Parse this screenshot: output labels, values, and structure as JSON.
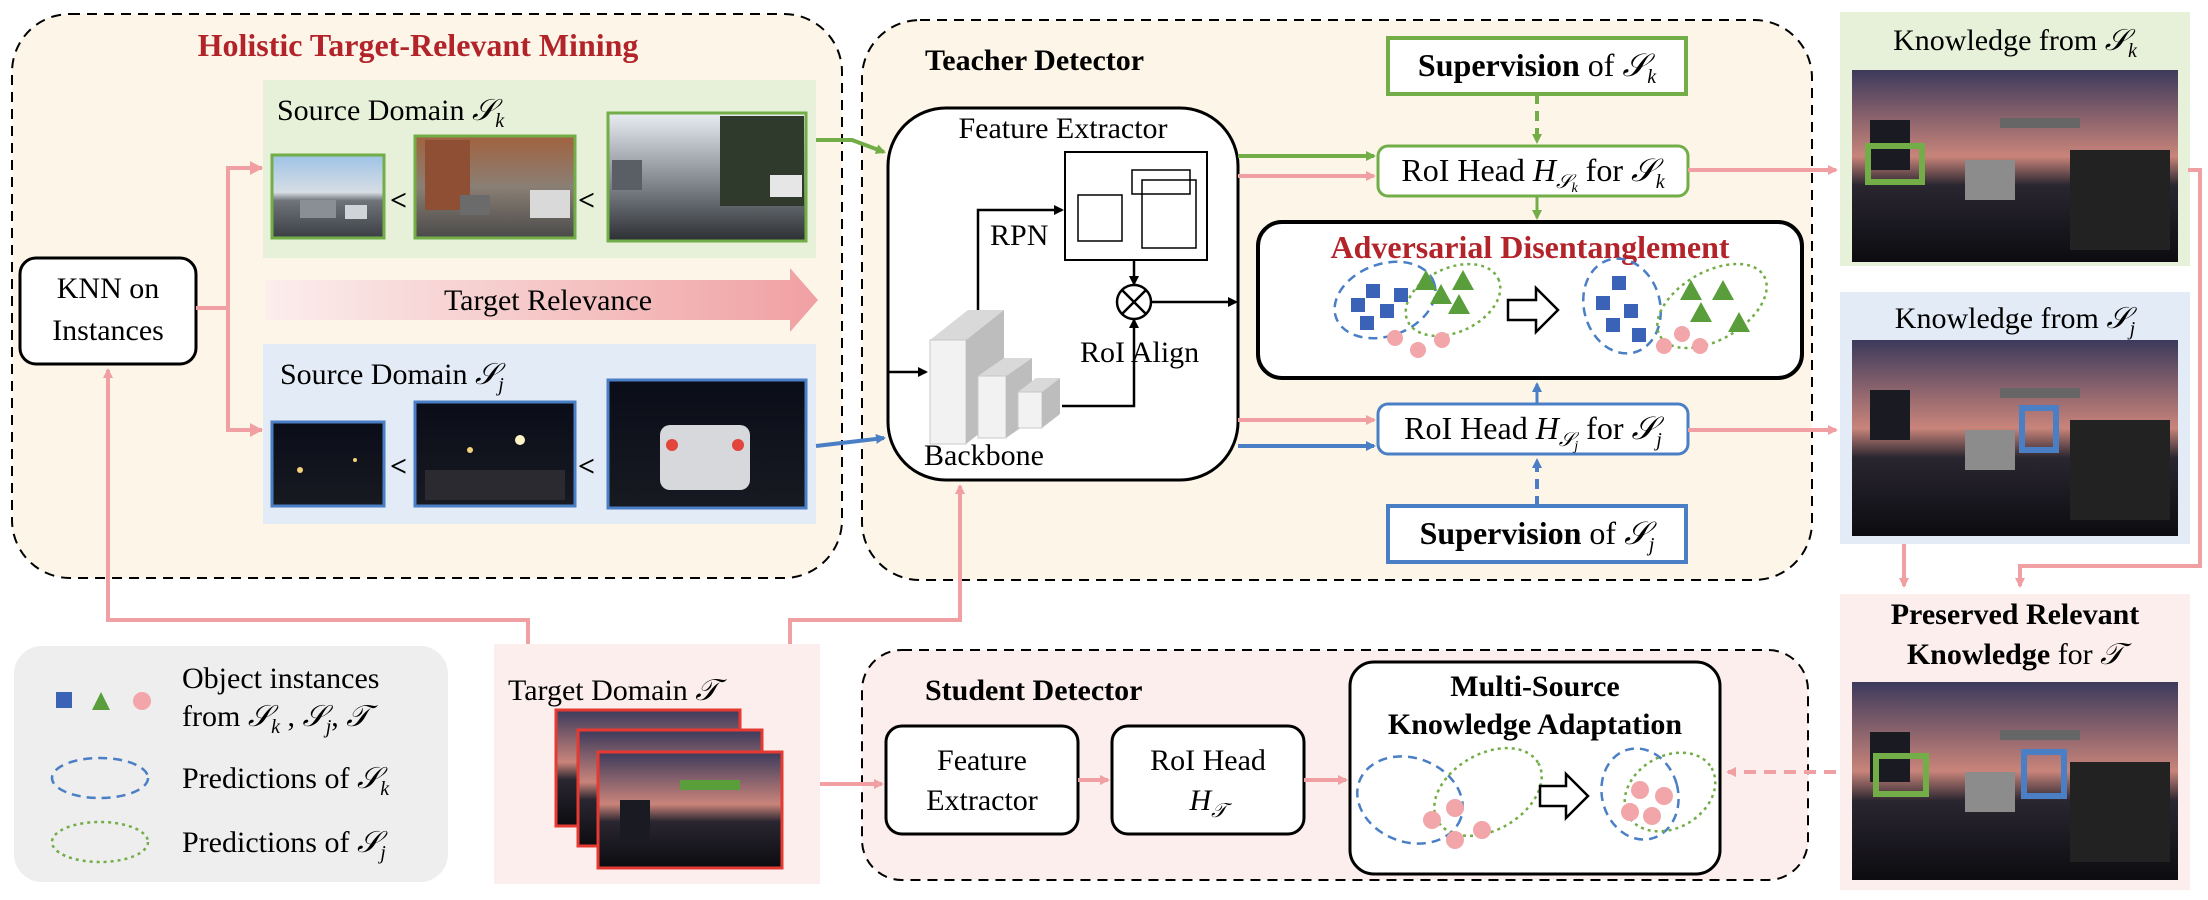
{
  "colors": {
    "green": "#72ad48",
    "blue": "#4a7fc6",
    "pink": "#f0a0a2",
    "red_title": "#b2232a",
    "bg_cream": "#fdf6e8",
    "bg_green": "#e7f1da",
    "bg_blue": "#e3ebf6",
    "bg_pink": "#fbeeed",
    "bg_legend": "#eeeeee"
  },
  "holistic": {
    "title": "Holistic Target-Relevant Mining",
    "knn_line1": "KNN on",
    "knn_line2": "Instances",
    "target_relevance": "Target Relevance",
    "source_k": {
      "label": "Source Domain",
      "symbol": "𝒮",
      "sub": "k"
    },
    "source_j": {
      "label": "Source Domain",
      "symbol": "𝒮",
      "sub": "j"
    },
    "less_than": "<"
  },
  "teacher": {
    "title": "Teacher Detector",
    "feature_extractor": "Feature Extractor",
    "rpn": "RPN",
    "backbone": "Backbone",
    "roi_align": "RoI Align",
    "supervision_k": {
      "bold": "Supervision",
      "rest": "of",
      "symbol": "𝒮",
      "sub": "k"
    },
    "supervision_j": {
      "bold": "Supervision",
      "rest": "of",
      "symbol": "𝒮",
      "sub": "j"
    },
    "roi_head_k": {
      "prefix": "RoI Head",
      "H": "H",
      "sub": "𝒮",
      "subsub": "k",
      "for": "for",
      "symbol": "𝒮",
      "sym_sub": "k"
    },
    "roi_head_j": {
      "prefix": "RoI Head",
      "H": "H",
      "sub": "𝒮",
      "subsub": "j",
      "for": "for",
      "symbol": "𝒮",
      "sym_sub": "j"
    },
    "adversarial": "Adversarial Disentanglement"
  },
  "knowledge": {
    "from_k": {
      "label": "Knowledge from",
      "symbol": "𝒮",
      "sub": "k"
    },
    "from_j": {
      "label": "Knowledge from",
      "symbol": "𝒮",
      "sub": "j"
    },
    "preserved_line1": "Preserved Relevant",
    "preserved_line2_bold": "Knowledge",
    "preserved_line2_rest": "for",
    "preserved_symbol": "𝒯"
  },
  "target": {
    "label": "Target Domain",
    "symbol": "𝒯"
  },
  "student": {
    "title": "Student Detector",
    "fe_line1": "Feature",
    "fe_line2": "Extractor",
    "roi_line1": "RoI Head",
    "roi_H": "H",
    "roi_sub": "𝒯",
    "msa_line1": "Multi-Source",
    "msa_line2": "Knowledge Adaptation"
  },
  "legend": {
    "obj_line1": "Object instances",
    "obj_line2_prefix": "from",
    "obj_line2_sk": "𝒮",
    "obj_line2_sk_sub": "k",
    "obj_line2_sj": "𝒮",
    "obj_line2_sj_sub": "j",
    "obj_line2_t": "𝒯",
    "comma": ",",
    "pred_k": {
      "label": "Predictions of",
      "symbol": "𝒮",
      "sub": "k"
    },
    "pred_j": {
      "label": "Predictions of",
      "symbol": "𝒮",
      "sub": "j"
    }
  }
}
